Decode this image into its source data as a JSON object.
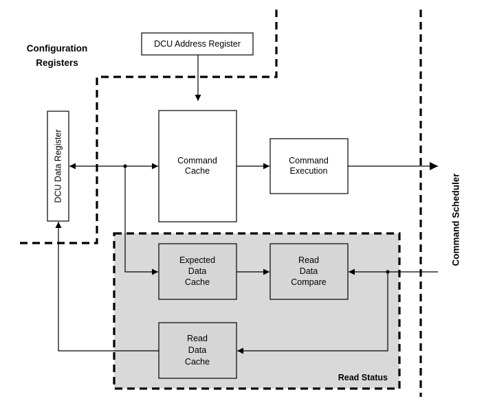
{
  "regions": {
    "configuration_registers": {
      "line1": "Configuration",
      "line2": "Registers"
    },
    "command_scheduler": "Command Scheduler",
    "read_status": "Read Status"
  },
  "blocks": {
    "dcu_address_register": "DCU Address Register",
    "dcu_data_register": "DCU Data Register",
    "command_cache": {
      "line1": "Command",
      "line2": "Cache"
    },
    "command_execution": {
      "line1": "Command",
      "line2": "Execution"
    },
    "expected_data_cache": {
      "line1": "Expected",
      "line2": "Data",
      "line3": "Cache"
    },
    "read_data_compare": {
      "line1": "Read",
      "line2": "Data",
      "line3": "Compare"
    },
    "read_data_cache": {
      "line1": "Read",
      "line2": "Data",
      "line3": "Cache"
    }
  }
}
